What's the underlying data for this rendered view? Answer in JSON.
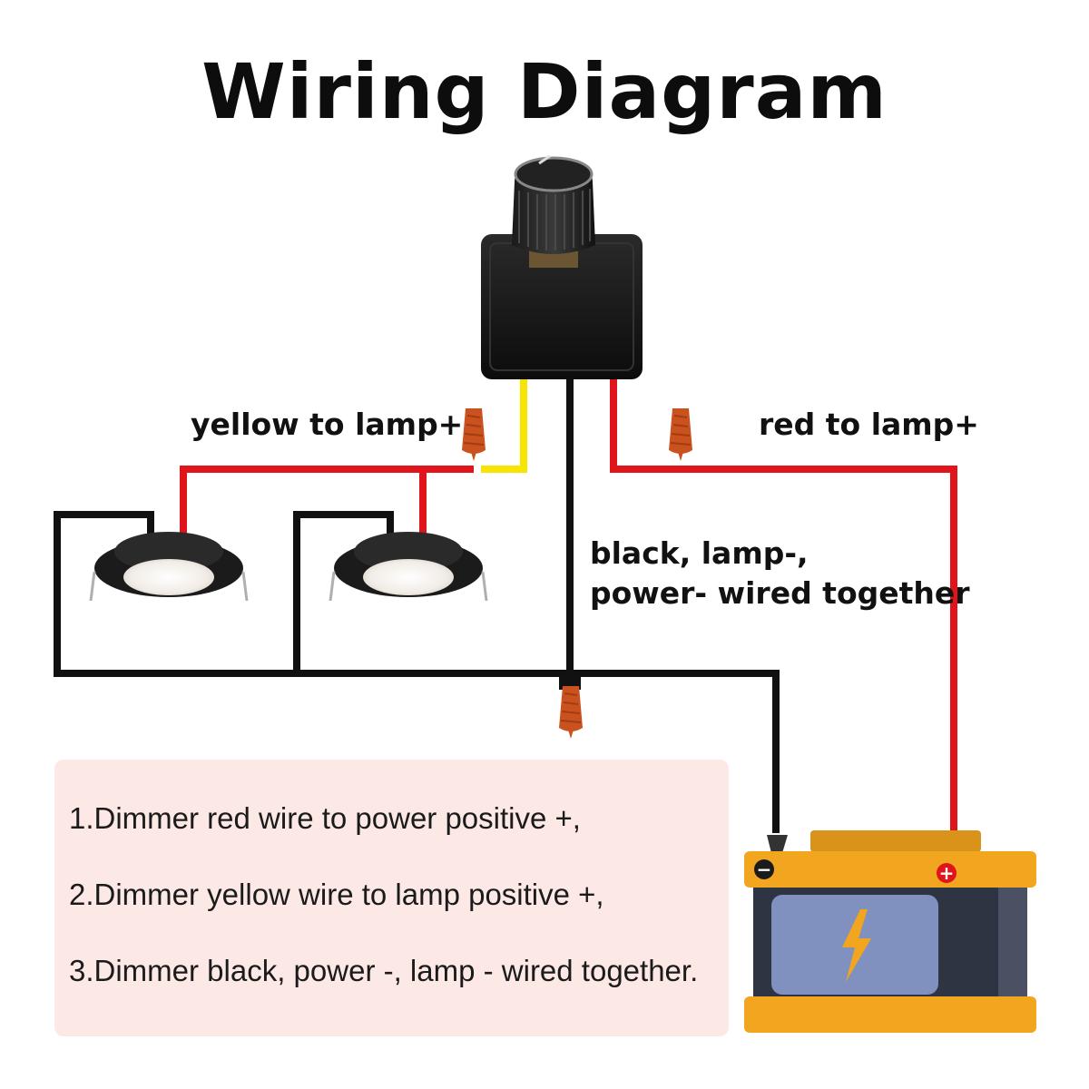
{
  "title": "Wiring Diagram",
  "labels": {
    "yellow": "yellow to lamp+",
    "red": "red to lamp+",
    "black_line1": "black, lamp-,",
    "black_line2": "power- wired together"
  },
  "notes": [
    "1.Dimmer red wire to power positive +,",
    "2.Dimmer yellow wire to lamp positive +,",
    "3.Dimmer black, power -, lamp - wired together."
  ],
  "battery": {
    "negative_symbol": "−",
    "positive_symbol": "+"
  },
  "colors": {
    "wire_red": "#e0141b",
    "wire_yellow": "#f7e400",
    "wire_black": "#111111",
    "wire_nut": "#c9521e",
    "battery_body": "#f2a51e",
    "battery_panel": "#8091bf",
    "note_bg": "#fce9e6"
  }
}
